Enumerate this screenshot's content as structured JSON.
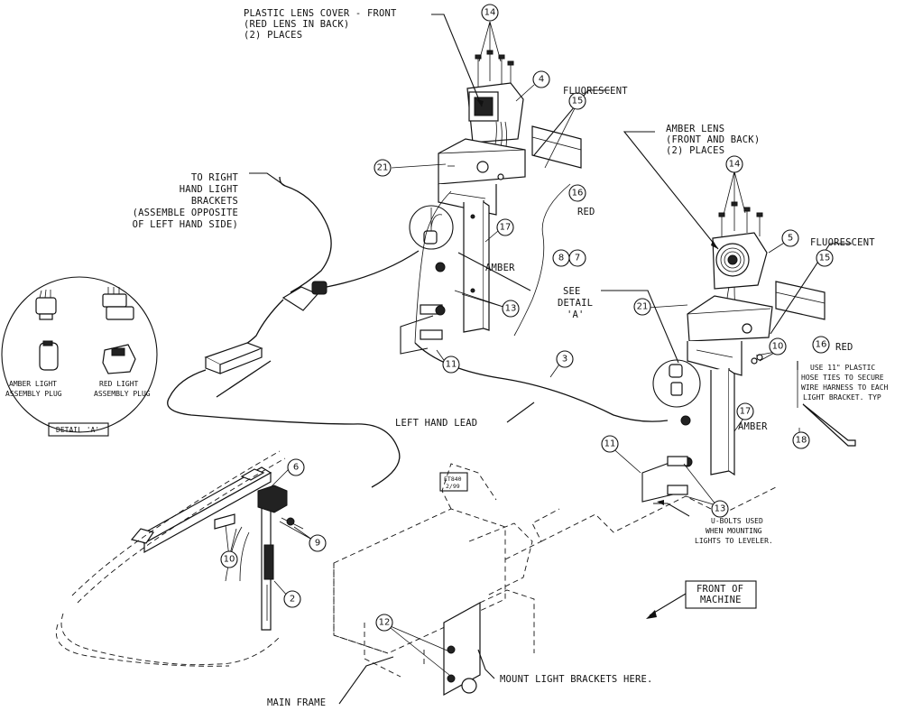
{
  "labels": {
    "plastic_lens_cover": [
      "PLASTIC LENS COVER - FRONT",
      "(RED LENS IN BACK)",
      "(2) PLACES"
    ],
    "fluorescent_left": "FLUORESCENT",
    "fluorescent_right": "FLUORESCENT",
    "amber_lens": [
      "AMBER LENS",
      "(FRONT AND BACK)",
      "(2) PLACES"
    ],
    "to_right_hand": [
      "TO RIGHT",
      "HAND LIGHT",
      "BRACKETS",
      "(ASSEMBLE OPPOSITE",
      "OF LEFT HAND SIDE)"
    ],
    "red_left": "RED",
    "red_right": "RED",
    "amber_left": "AMBER",
    "amber_right": "AMBER",
    "see_detail": [
      "SEE",
      "DETAIL",
      "'A'"
    ],
    "hose_ties": [
      "USE 11\" PLASTIC",
      "HOSE TIES TO SECURE",
      "WIRE HARNESS TO EACH",
      "LIGHT BRACKET.  TYP"
    ],
    "left_hand_lead": "LEFT HAND LEAD",
    "u_bolts": [
      "U-BOLTS USED",
      "WHEN MOUNTING",
      "LIGHTS TO LEVELER."
    ],
    "front_of_machine": [
      "FRONT OF",
      "MACHINE"
    ],
    "mount_here": "MOUNT LIGHT BRACKETS HERE.",
    "main_frame": "MAIN FRAME",
    "stamp": [
      "ET840",
      "2/99"
    ],
    "detail": {
      "amber_plug": [
        "AMBER LIGHT",
        "ASSEMBLY PLUG"
      ],
      "red_plug": [
        "RED LIGHT",
        "ASSEMBLY PLUG"
      ],
      "title": "DETAIL 'A'"
    }
  },
  "balloons": [
    "14",
    "4",
    "15",
    "21",
    "16",
    "17",
    "8",
    "7",
    "13",
    "11",
    "3",
    "14",
    "5",
    "15",
    "21",
    "10",
    "16",
    "17",
    "18",
    "11",
    "13",
    "6",
    "9",
    "10",
    "2",
    "12"
  ]
}
